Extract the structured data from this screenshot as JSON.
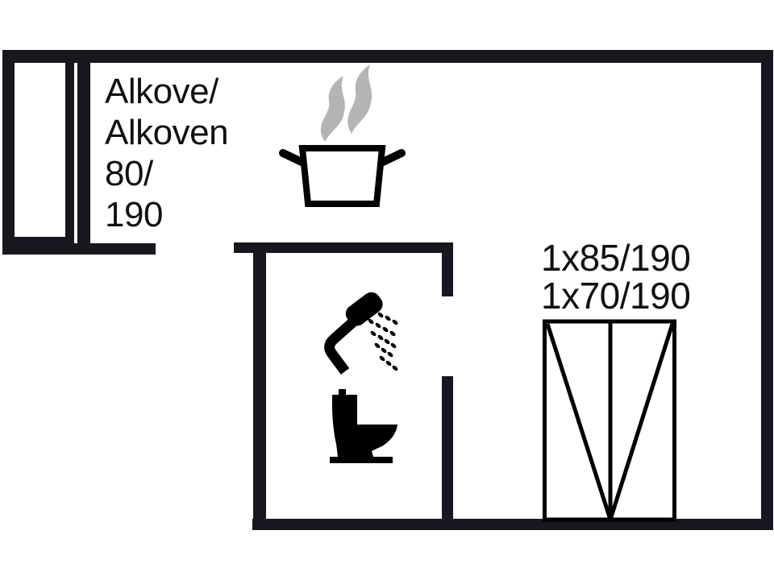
{
  "document": {
    "type": "floor-plan",
    "description": "Holiday home floor plan section with alcove bed, kitchen hob, bathroom and bunk beds"
  },
  "labels": {
    "alcove": {
      "lines": [
        "Alkove/",
        "Alkoven",
        "80/",
        "190"
      ]
    },
    "beds": {
      "lines": [
        "1x85/190",
        "1x70/190"
      ]
    }
  },
  "icons": [
    {
      "name": "steam-icon",
      "meaning": "steam above cooking pot"
    },
    {
      "name": "cooking-pot-icon",
      "meaning": "kitchen / hob"
    },
    {
      "name": "shower-icon",
      "meaning": "shower"
    },
    {
      "name": "toilet-icon",
      "meaning": "toilet"
    },
    {
      "name": "bunk-bed-symbol",
      "meaning": "beds 1x85/190 and 1x70/190"
    },
    {
      "name": "alcove-bed-symbol",
      "meaning": "alcove sleeping berth 80/190"
    }
  ],
  "colors": {
    "wall": "#17171f",
    "icon": "#000000",
    "steam": "#b4b4b4",
    "text": "#111111",
    "background": "#ffffff"
  }
}
